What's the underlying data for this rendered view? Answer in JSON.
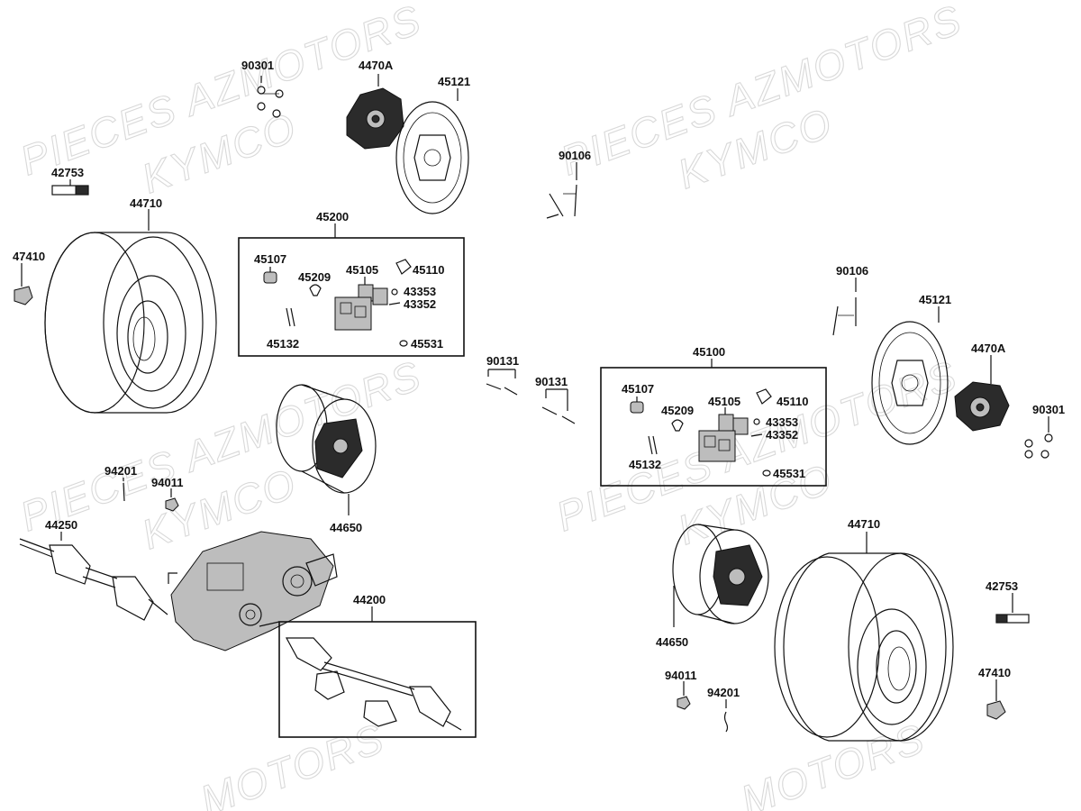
{
  "watermarks": {
    "line1": "PIECES AZMOTORS",
    "line2": "KYMCO",
    "partial1": "AZMOTORS",
    "partial2": "MOTORS"
  },
  "parts": {
    "p90301_left": "90301",
    "p4470A_left": "4470A",
    "p45121_left": "45121",
    "p42753_left": "42753",
    "p44710_left": "44710",
    "p47410_left": "47410",
    "p90106_top": "90106",
    "p45200": "45200",
    "p45107_a": "45107",
    "p45209_a": "45209",
    "p45105_a": "45105",
    "p45110_a": "45110",
    "p43353_a": "43353",
    "p43352_a": "43352",
    "p45132_a": "45132",
    "p45531_a": "45531",
    "p90131_a": "90131",
    "p90131_b": "90131",
    "p90106_right": "90106",
    "p45121_right": "45121",
    "p4470A_right": "4470A",
    "p90301_right": "90301",
    "p45100": "45100",
    "p45107_b": "45107",
    "p45209_b": "45209",
    "p45105_b": "45105",
    "p45110_b": "45110",
    "p43353_b": "43353",
    "p43352_b": "43352",
    "p45132_b": "45132",
    "p45531_b": "45531",
    "p94201_left": "94201",
    "p94011_left": "94011",
    "p44650_left": "44650",
    "p44250": "44250",
    "p44200": "44200",
    "p44650_right": "44650",
    "p44710_right": "44710",
    "p42753_right": "42753",
    "p94011_right": "94011",
    "p94201_right": "94201",
    "p47410_right": "47410"
  }
}
